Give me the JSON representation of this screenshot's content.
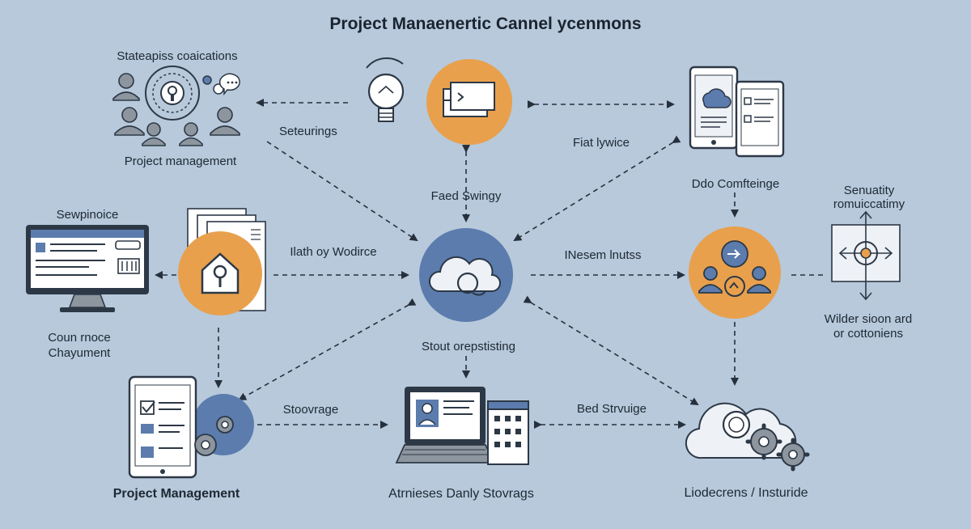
{
  "title": "Project Manaenertic Cannel ycenmons",
  "nodes": {
    "stakeholders": {
      "label_top": "Stateapiss coaications",
      "label_bottom": "Project management"
    },
    "idea": {
      "label": ""
    },
    "dashboard": {
      "label_top": "Sewpinoice",
      "label_bottom_1": "Coun rnoce",
      "label_bottom_2": "Chayument"
    },
    "home_doc": {
      "label": ""
    },
    "cloud_hub": {
      "label": ""
    },
    "devices": {
      "label_bottom": "Ddo Comfteinge"
    },
    "team": {
      "label": ""
    },
    "security": {
      "label_top_1": "Senuatity",
      "label_top_2": "romuiccatimy",
      "label_bottom_1": "Wilder sioon ard",
      "label_bottom_2": "or cottoniens"
    },
    "tablet": {
      "label_bottom": "Project Management"
    },
    "laptop": {
      "label_bottom": "Atrnieses Danly Stovrags"
    },
    "cloud_gears": {
      "label_bottom": "Liodecrens / Insturide"
    }
  },
  "edges": {
    "seteurings": "Seteurings",
    "flat_ivice": "Fiat lywice",
    "faed_swingy": "Faed Swingy",
    "ilath_wodirce": "Ilath oy Wodirce",
    "inesem_inutss": "INesem lnutss",
    "stout": "Stout orepstisting",
    "stoorage": "Stoovrage",
    "bed_strvuige": "Bed Strvuige"
  },
  "colors": {
    "background": "#b7c9db",
    "accent_orange": "#e8a04d",
    "accent_blue": "#5b7cad",
    "dark": "#2d3846",
    "gray": "#8d969f"
  }
}
